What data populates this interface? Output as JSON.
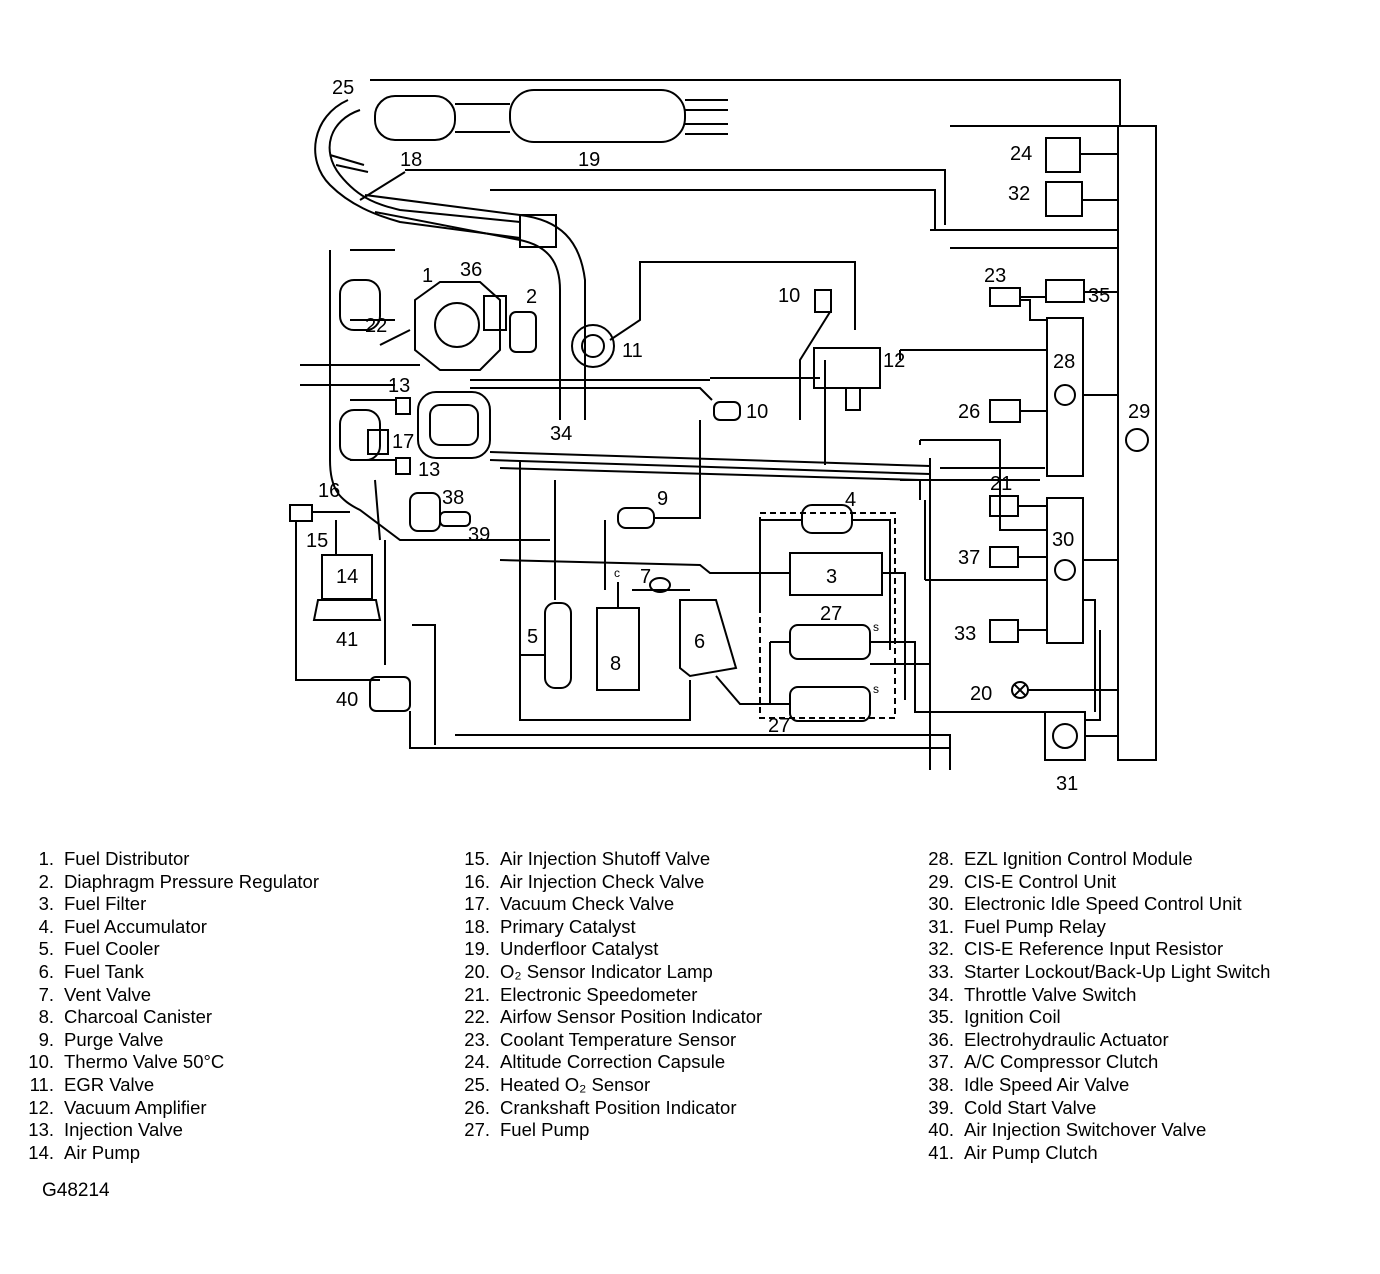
{
  "diagram": {
    "callouts": [
      "1",
      "2",
      "3",
      "4",
      "5",
      "6",
      "7",
      "8",
      "9",
      "10",
      "10",
      "11",
      "12",
      "13",
      "13",
      "14",
      "15",
      "16",
      "17",
      "18",
      "19",
      "20",
      "21",
      "22",
      "23",
      "24",
      "25",
      "26",
      "27",
      "27",
      "28",
      "29",
      "30",
      "31",
      "32",
      "33",
      "34",
      "35",
      "36",
      "37",
      "38",
      "39",
      "40",
      "41"
    ],
    "small_marks": [
      "c",
      "s",
      "s"
    ]
  },
  "legend": {
    "column_1": [
      {
        "num": "1.",
        "label": "Fuel Distributor"
      },
      {
        "num": "2.",
        "label": "Diaphragm Pressure Regulator"
      },
      {
        "num": "3.",
        "label": "Fuel Filter"
      },
      {
        "num": "4.",
        "label": "Fuel Accumulator"
      },
      {
        "num": "5.",
        "label": "Fuel Cooler"
      },
      {
        "num": "6.",
        "label": "Fuel Tank"
      },
      {
        "num": "7.",
        "label": "Vent Valve"
      },
      {
        "num": "8.",
        "label": "Charcoal Canister"
      },
      {
        "num": "9.",
        "label": "Purge Valve"
      },
      {
        "num": "10.",
        "label": "Thermo Valve 50°C"
      },
      {
        "num": "11.",
        "label": "EGR Valve"
      },
      {
        "num": "12.",
        "label": "Vacuum Amplifier"
      },
      {
        "num": "13.",
        "label": "Injection Valve"
      },
      {
        "num": "14.",
        "label": "Air Pump"
      }
    ],
    "column_2": [
      {
        "num": "15.",
        "label": "Air Injection Shutoff Valve"
      },
      {
        "num": "16.",
        "label": "Air Injection Check Valve"
      },
      {
        "num": "17.",
        "label": "Vacuum Check Valve"
      },
      {
        "num": "18.",
        "label": "Primary Catalyst"
      },
      {
        "num": "19.",
        "label": "Underfloor Catalyst"
      },
      {
        "num": "20.",
        "label": "O₂ Sensor Indicator Lamp"
      },
      {
        "num": "21.",
        "label": "Electronic Speedometer"
      },
      {
        "num": "22.",
        "label": "Airfow Sensor Position Indicator"
      },
      {
        "num": "23.",
        "label": "Coolant Temperature Sensor"
      },
      {
        "num": "24.",
        "label": "Altitude Correction Capsule"
      },
      {
        "num": "25.",
        "label": "Heated O₂ Sensor"
      },
      {
        "num": "26.",
        "label": "Crankshaft Position Indicator"
      },
      {
        "num": "27.",
        "label": "Fuel Pump"
      }
    ],
    "column_3": [
      {
        "num": "28.",
        "label": "EZL Ignition Control Module"
      },
      {
        "num": "29.",
        "label": "CIS-E Control Unit"
      },
      {
        "num": "30.",
        "label": "Electronic Idle Speed Control Unit"
      },
      {
        "num": "31.",
        "label": "Fuel Pump Relay"
      },
      {
        "num": "32.",
        "label": "CIS-E Reference Input Resistor"
      },
      {
        "num": "33.",
        "label": "Starter Lockout/Back-Up Light Switch"
      },
      {
        "num": "34.",
        "label": "Throttle Valve Switch"
      },
      {
        "num": "35.",
        "label": "Ignition Coil"
      },
      {
        "num": "36.",
        "label": "Electrohydraulic Actuator"
      },
      {
        "num": "37.",
        "label": "A/C Compressor Clutch"
      },
      {
        "num": "38.",
        "label": "Idle Speed Air Valve"
      },
      {
        "num": "39.",
        "label": "Cold Start Valve"
      },
      {
        "num": "40.",
        "label": "Air Injection Switchover Valve"
      },
      {
        "num": "41.",
        "label": "Air Pump Clutch"
      }
    ]
  },
  "figure_id": "G48214"
}
